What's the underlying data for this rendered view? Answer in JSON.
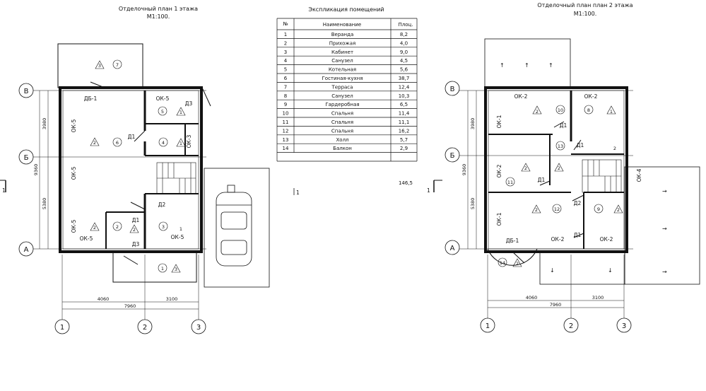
{
  "plan1": {
    "title": "Отделочный план 1 этажа",
    "scale": "М1:100.",
    "axes": {
      "a": "А",
      "b": "Б",
      "v": "В",
      "n1": "1",
      "n2": "2",
      "n3": "3"
    },
    "dims": {
      "d1": "3980",
      "d2": "5380",
      "total": "9360",
      "w1": "4060",
      "w2": "3100",
      "wt": "7960"
    },
    "openings": {
      "db1": "ДБ-1",
      "ok5_top": "ОК-5",
      "d3_top": "Д3",
      "ok5_left_top": "ОК-5",
      "ok5_left_mid": "ОК-5",
      "ok5_left_bot": "ОК-5",
      "ok5_bot_left": "ОК-5",
      "ok5_bot_right": "ОК-5",
      "ok3": "ОК-3",
      "d1_a": "Д1",
      "d2": "Д2",
      "d1_b": "Д1",
      "d3_bot": "Д3"
    },
    "rooms": {
      "r1": "1",
      "r2": "2",
      "r3": "3",
      "r4": "4",
      "r5": "5",
      "r6": "6",
      "r7": "7",
      "f1": "3",
      "f2": "1",
      "f3": "2",
      "f4": "1",
      "f5": "3",
      "f6": "2",
      "f7": "1",
      "f8": "2"
    }
  },
  "plan2": {
    "title": "Отделочный план план 2 этажа",
    "scale": "М1:100.",
    "axes": {
      "a": "А",
      "b": "Б",
      "v": "В",
      "n1": "1",
      "n2": "2",
      "n3": "3"
    },
    "dims": {
      "d1": "3980",
      "d2": "5380",
      "total": "9360",
      "w1": "4060",
      "w2": "3100",
      "wt": "7960"
    },
    "openings": {
      "ok2_tl": "ОК-2",
      "ok2_tr": "ОК-2",
      "ok1_top": "ОК-1",
      "ok2_left": "ОК-2",
      "ok1_bot": "ОК-1",
      "ok4": "ОК-4",
      "db1": "ДБ-1",
      "ok2_bot_mid": "ОК-2",
      "ok2_bot_right": "ОК-2",
      "d1_a": "Д1",
      "d1_b": "Д1",
      "d1_c": "Д1",
      "d2": "Д2",
      "d1_d": "Д1"
    },
    "rooms": {
      "r8": "8",
      "r9": "9",
      "r10": "10",
      "r11": "11",
      "r12": "12",
      "r13": "13",
      "r14": "14",
      "f1": "2",
      "f2": "1",
      "f3": "2",
      "f4": "2",
      "f5": "2",
      "f6": "2",
      "f7": "2",
      "f8": "2"
    }
  },
  "legend": {
    "title": "Экспликация помещений",
    "headers": {
      "num": "№",
      "name": "Наименование",
      "area": "Плоц."
    },
    "rows": [
      {
        "n": "1",
        "name": "Веранда",
        "area": "8,2"
      },
      {
        "n": "2",
        "name": "Прихожая",
        "area": "4,0"
      },
      {
        "n": "3",
        "name": "Кабинет",
        "area": "9,0"
      },
      {
        "n": "4",
        "name": "Санузел",
        "area": "4,5"
      },
      {
        "n": "5",
        "name": "Котельная",
        "area": "5,6"
      },
      {
        "n": "6",
        "name": "Гостиная-кухня",
        "area": "38,7"
      },
      {
        "n": "7",
        "name": "Терраса",
        "area": "12,4"
      },
      {
        "n": "8",
        "name": "Санузел",
        "area": "10,3"
      },
      {
        "n": "9",
        "name": "Гардеробная",
        "area": "6,5"
      },
      {
        "n": "10",
        "name": "Спальня",
        "area": "11,4"
      },
      {
        "n": "11",
        "name": "Спальня",
        "area": "11,1"
      },
      {
        "n": "12",
        "name": "Спальня",
        "area": "16,2"
      },
      {
        "n": "13",
        "name": "Холл",
        "area": "5,7"
      },
      {
        "n": "14",
        "name": "Балкон",
        "area": "2,9"
      }
    ],
    "total": "146,5"
  },
  "section_marks": {
    "left": "1",
    "mid": "1",
    "right": "1"
  }
}
